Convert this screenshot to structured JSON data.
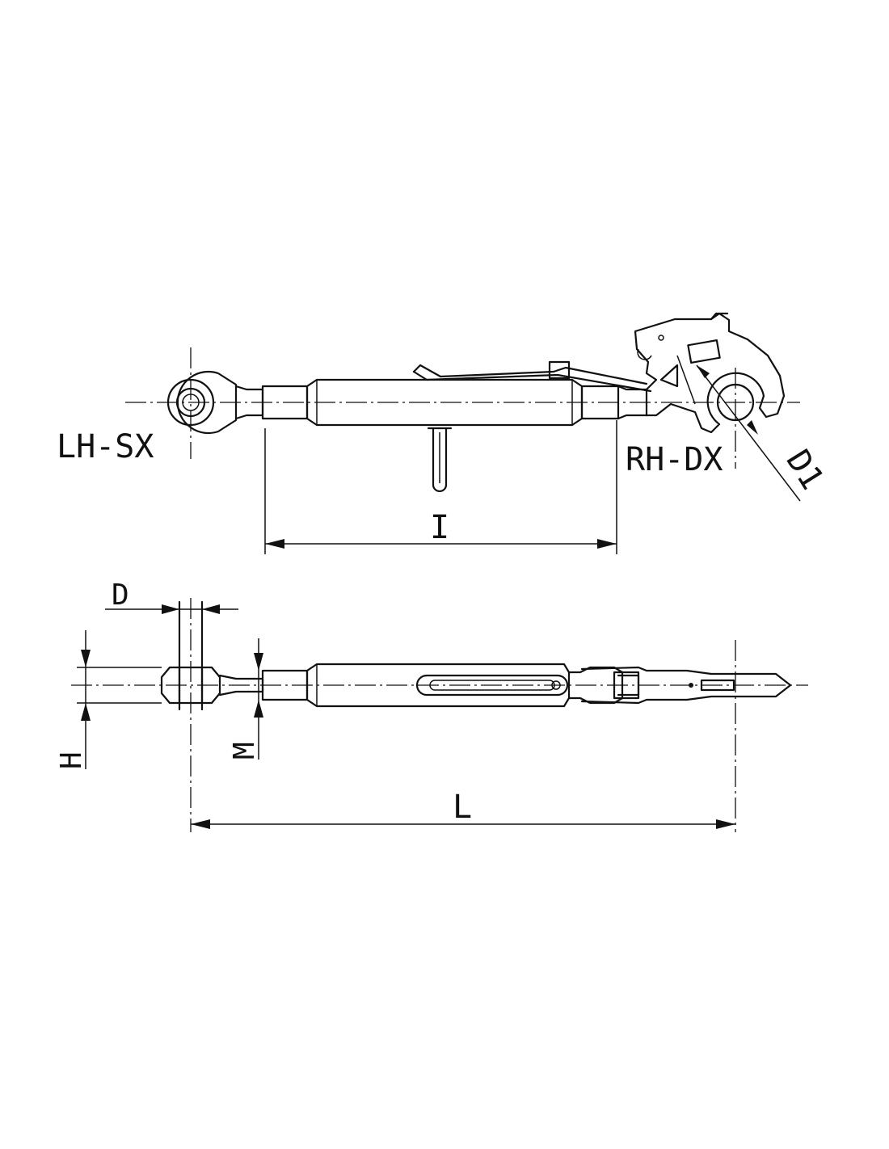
{
  "labels": {
    "left_hand": "LH-SX",
    "right_hand": "RH-DX",
    "hook_diameter": "D1",
    "inner_length": "I",
    "pin_diameter": "D",
    "ball_height": "H",
    "thread": "M",
    "total_length": "L"
  }
}
